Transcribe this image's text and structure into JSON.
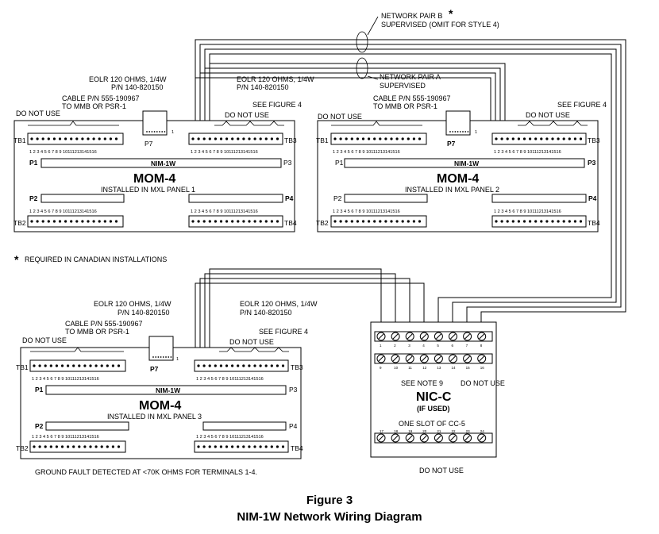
{
  "network": {
    "pair_b": "NETWORK PAIR B",
    "pair_b_star": "*",
    "pair_b_sub": "SUPERVISED (OMIT FOR STYLE 4)",
    "pair_a": "NETWORK PAIR A",
    "pair_a_sub": "SUPERVISED"
  },
  "eolr": {
    "line1": "EOLR 120 OHMS, 1/4W",
    "line2": "P/N 140-820150"
  },
  "cable": {
    "line1": "CABLE P/N 555-190967",
    "line2": "TO MMB OR PSR-1"
  },
  "common": {
    "do_not_use": "DO NOT USE",
    "see_figure_4": "SEE FIGURE 4",
    "nim": "NIM-1W",
    "mom": "MOM-4",
    "p7": "P7",
    "p7_pin": "1",
    "tb1": "TB1",
    "tb2": "TB2",
    "tb3": "TB3",
    "tb4": "TB4",
    "p1": "P1",
    "p2": "P2",
    "p3": "P3",
    "p4": "P4",
    "terminal_numbers": "1 2 3 4 5 6 7 8 9 10111213141516"
  },
  "panels": [
    {
      "installed": "INSTALLED IN MXL PANEL 1"
    },
    {
      "installed": "INSTALLED IN MXL PANEL 2"
    },
    {
      "installed": "INSTALLED IN MXL PANEL 3"
    }
  ],
  "notes": {
    "star": "*",
    "canadian": "REQUIRED IN CANADIAN INSTALLATIONS",
    "ground_fault": "GROUND FAULT DETECTED AT <70K OHMS FOR TERMINALS 1-4."
  },
  "nic": {
    "title": "NIC-C",
    "sub": "(IF USED)",
    "slot": "ONE SLOT OF CC-5",
    "see_note": "SEE NOTE 9",
    "do_not_use": "DO NOT USE",
    "bottom_do_not_use": "DO NOT USE",
    "row1": [
      "1",
      "2",
      "3",
      "4",
      "5",
      "6",
      "7",
      "8"
    ],
    "row2": [
      "9",
      "10",
      "11",
      "12",
      "13",
      "14",
      "15",
      "16"
    ],
    "row3": [
      "17",
      "18",
      "19",
      "20",
      "21",
      "22",
      "23",
      "24"
    ]
  },
  "figure": {
    "number": "Figure 3",
    "title": "NIM-1W Network Wiring Diagram"
  }
}
